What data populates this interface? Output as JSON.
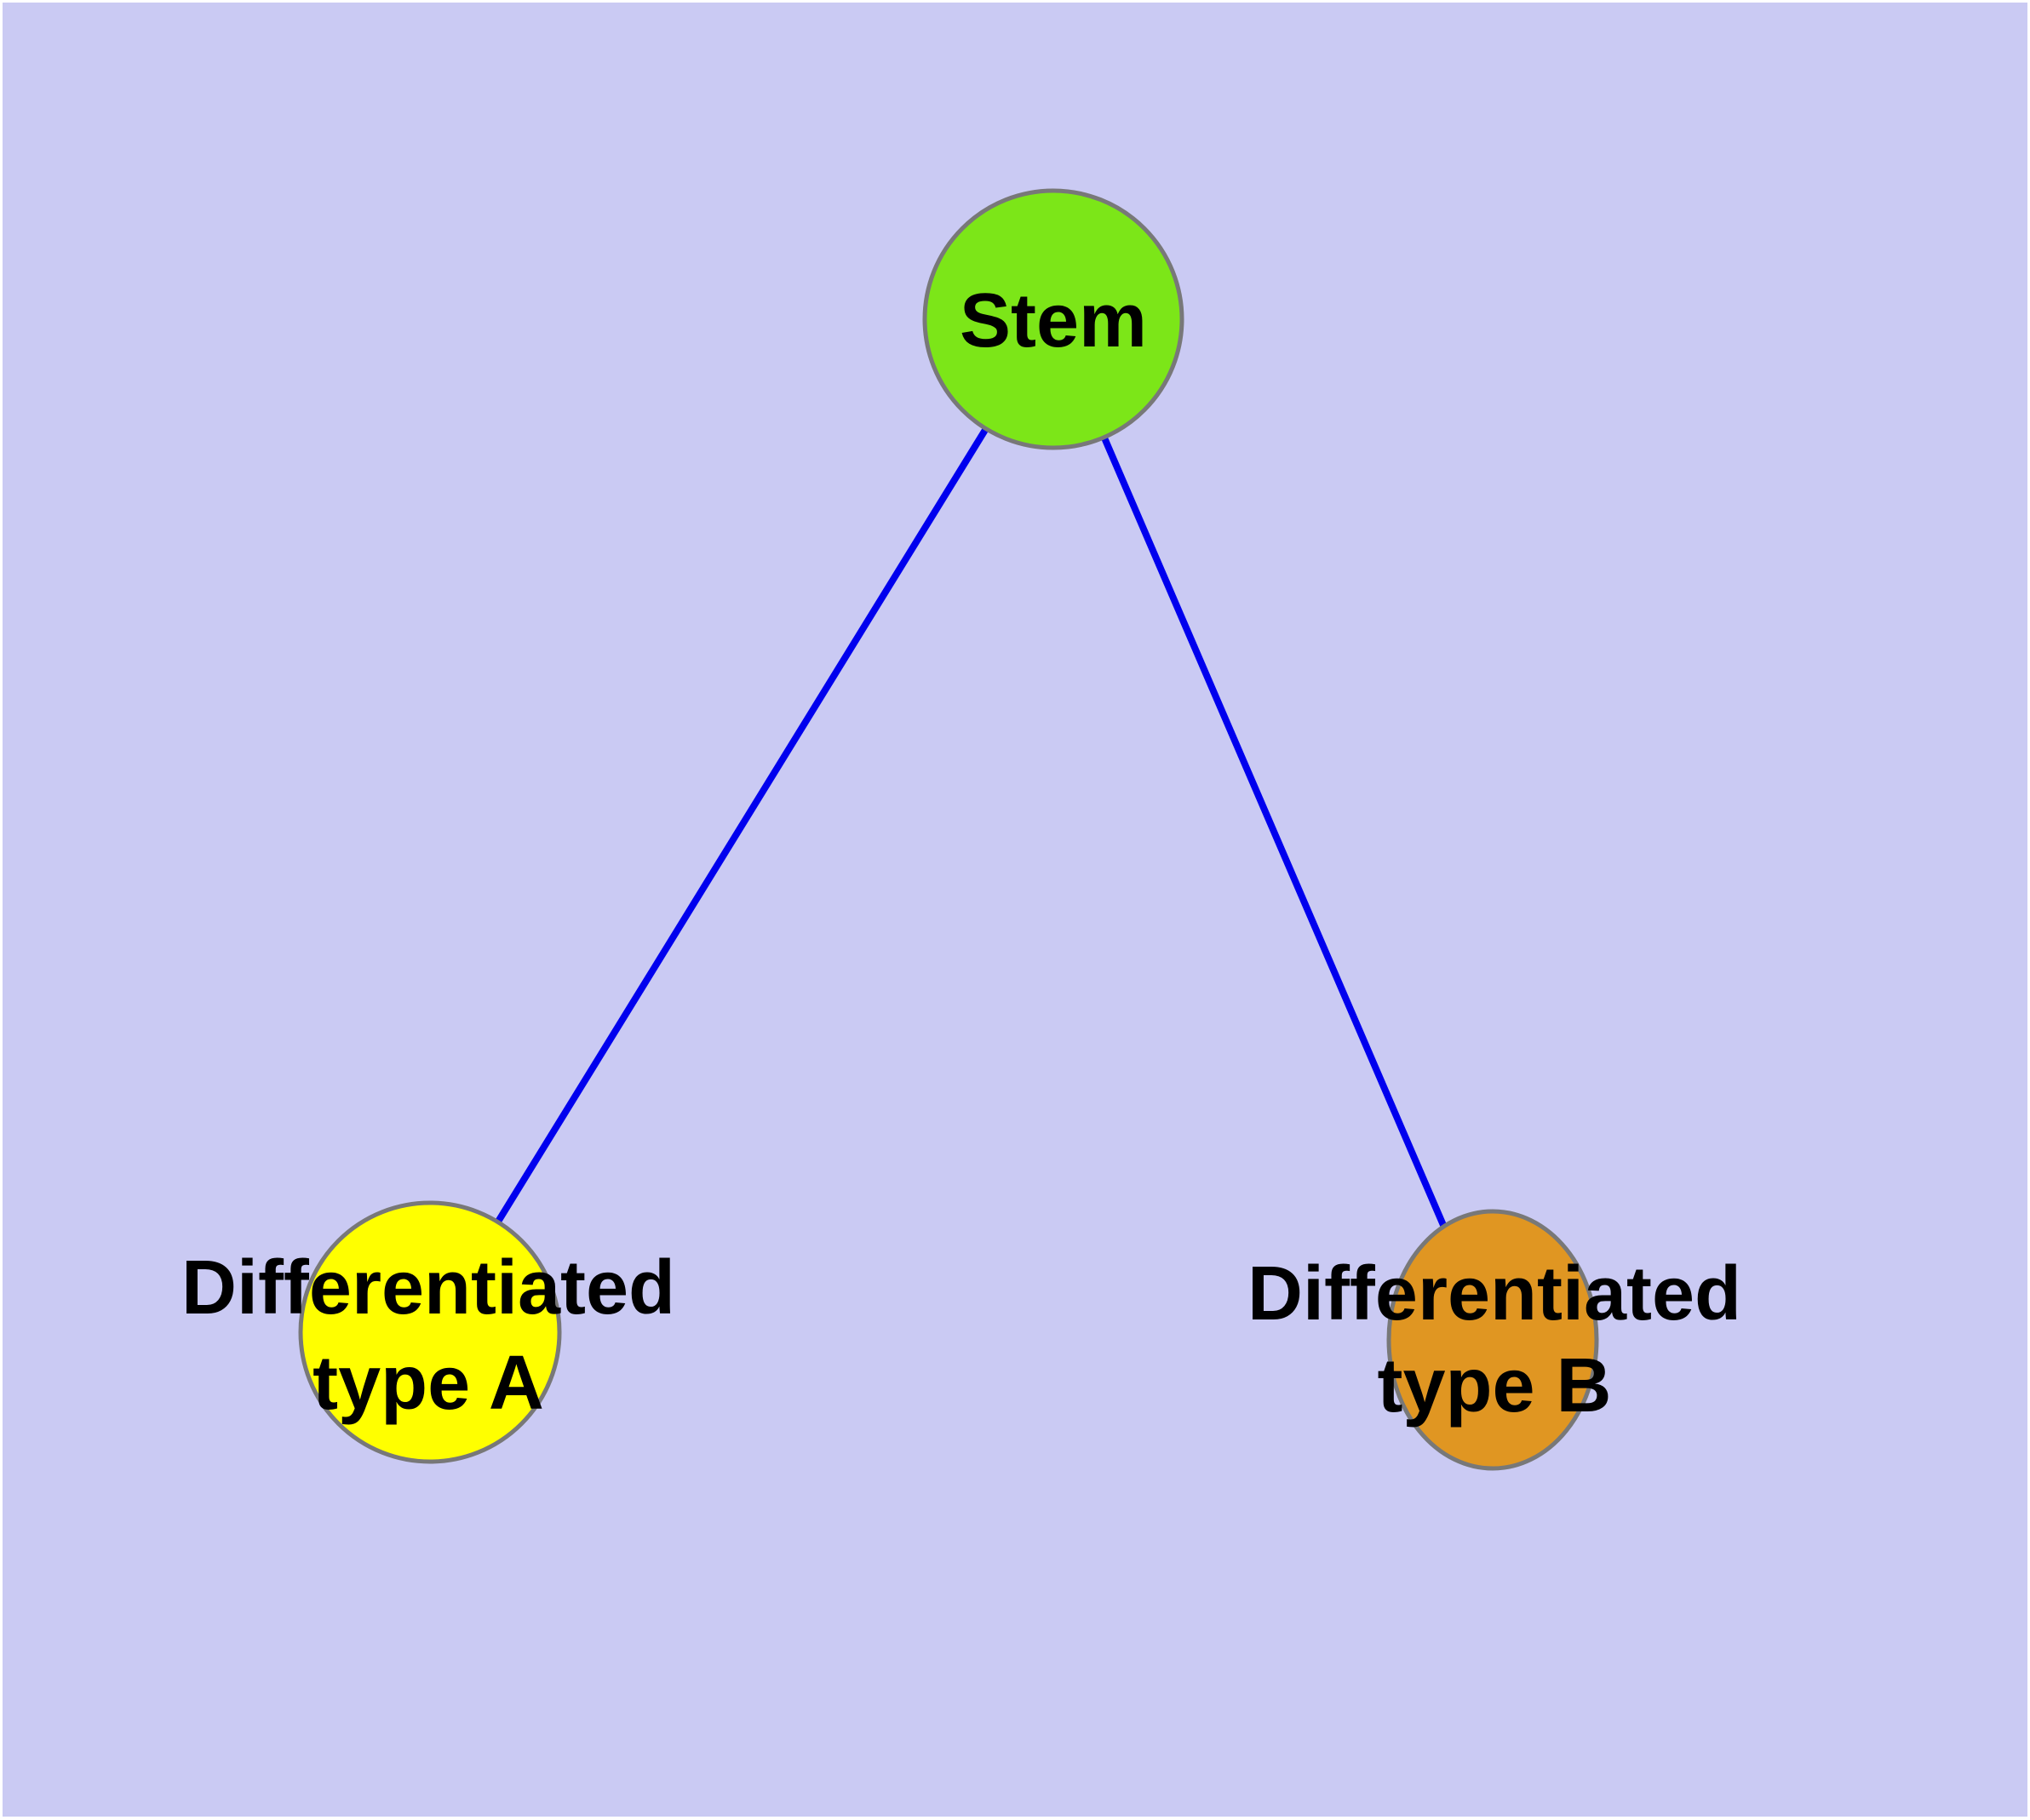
{
  "diagram": {
    "type": "node-link-graph",
    "background_color": "#CACAF3",
    "frame_color": "#FFFFFF",
    "edge_color": "#0000EE",
    "node_border_color": "#787878",
    "label_color": "#000000",
    "nodes": [
      {
        "id": "stem",
        "label": "Stem",
        "fill": "#7CE618",
        "shape": "circle"
      },
      {
        "id": "differentiated-type-a",
        "label": "Differentiated type A",
        "label_lines": [
          "Differentiated",
          "type A"
        ],
        "fill": "#FFFF00",
        "shape": "circle"
      },
      {
        "id": "differentiated-type-b",
        "label": "Differentiated type B",
        "label_lines": [
          "Differentiated",
          "type B"
        ],
        "fill": "#E09622",
        "shape": "ellipse"
      }
    ],
    "edges": [
      {
        "from": "Stem",
        "to": "Differentiated type A"
      },
      {
        "from": "Stem",
        "to": "Differentiated type B"
      }
    ]
  }
}
